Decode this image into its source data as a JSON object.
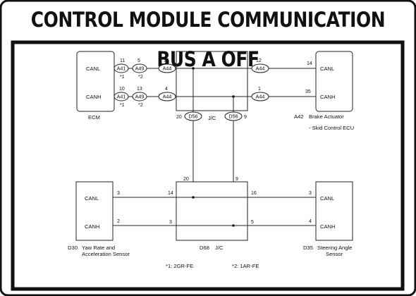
{
  "title": "CONTROL MODULE COMMUNICATION BUS A OFF",
  "components": {
    "ecm": {
      "name": "ECM",
      "pin_canl": "CANL",
      "pin_canh": "CANH"
    },
    "brake": {
      "ref": "A42",
      "name": "Brake Actuator",
      "subname": "- Skid Control ECU",
      "pin_canl": "CANL",
      "pin_canh": "CANH",
      "canl_num": "14",
      "canh_num": "35"
    },
    "jc_top": {
      "label": "J/C",
      "conn_left": "D56",
      "conn_right": "D56",
      "num_left": "20",
      "num_right": "9"
    },
    "yaw": {
      "ref": "D30",
      "name": "Yaw Rate and",
      "name2": "Acceleration Sensor",
      "pin_canl": "CANL",
      "pin_canh": "CANH",
      "canl_num": "3",
      "canh_num": "2"
    },
    "jc_bottom": {
      "ref": "D68",
      "label": "J/C",
      "in_left_top": "14",
      "in_left_bot": "3",
      "in_right_top": "16",
      "in_right_bot": "5",
      "top_left": "20",
      "top_right": "9"
    },
    "steer": {
      "ref": "D35",
      "name": "Steering Angle",
      "name2": "Sensor",
      "pin_canl": "CANL",
      "pin_canh": "CANH",
      "canl_num": "3",
      "canh_num": "4"
    }
  },
  "ecm_wires": {
    "canl": {
      "c1": "A41",
      "c2": "A49",
      "c3": "A44",
      "n1": "11",
      "n2": "5",
      "n3": "15",
      "s1": "*1",
      "s2": "*2"
    },
    "canh": {
      "c1": "A41",
      "c2": "A49",
      "c3": "A44",
      "n1": "10",
      "n2": "13",
      "n3": "4",
      "s1": "*1",
      "s2": "*2"
    }
  },
  "brake_wires": {
    "canl": {
      "conn": "A44",
      "num": "12"
    },
    "canh": {
      "conn": "A44",
      "num": "1"
    }
  },
  "footnotes": {
    "n1": "*1: 2GR-FE",
    "n2": "*2: 1AR-FE"
  }
}
